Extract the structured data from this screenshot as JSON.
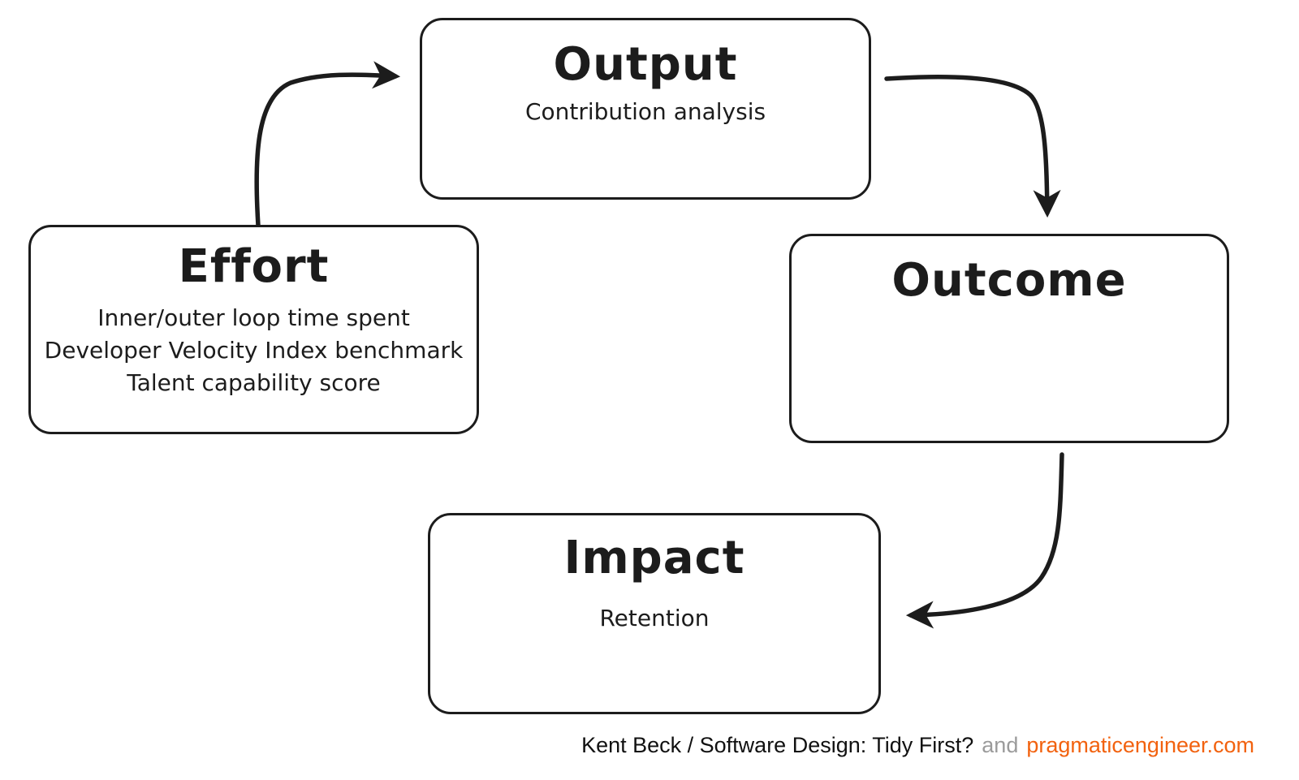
{
  "diagram": {
    "title_implied": "Effort / Output / Outcome / Impact cycle",
    "nodes": [
      {
        "id": "output",
        "title": "Output",
        "subtitle": "Contribution analysis"
      },
      {
        "id": "effort",
        "title": "Effort",
        "lines": [
          "Inner/outer loop time spent",
          "Developer Velocity Index benchmark",
          "Talent capability score"
        ]
      },
      {
        "id": "outcome",
        "title": "Outcome"
      },
      {
        "id": "impact",
        "title": "Impact",
        "subtitle": "Retention"
      }
    ],
    "edges": [
      {
        "from": "effort",
        "to": "output",
        "direction": "up-then-right"
      },
      {
        "from": "output",
        "to": "outcome",
        "direction": "right-then-down"
      },
      {
        "from": "outcome",
        "to": "impact",
        "direction": "down-then-left"
      }
    ]
  },
  "footer": {
    "attribution": "Kent Beck / Software Design: Tidy First?",
    "conjunction": "and",
    "site": "pragmaticengineer.com"
  },
  "colors": {
    "stroke": "#1c1c1c",
    "background": "#ffffff",
    "footer_gray": "#9b9b9b",
    "link_orange": "#f2620f"
  }
}
